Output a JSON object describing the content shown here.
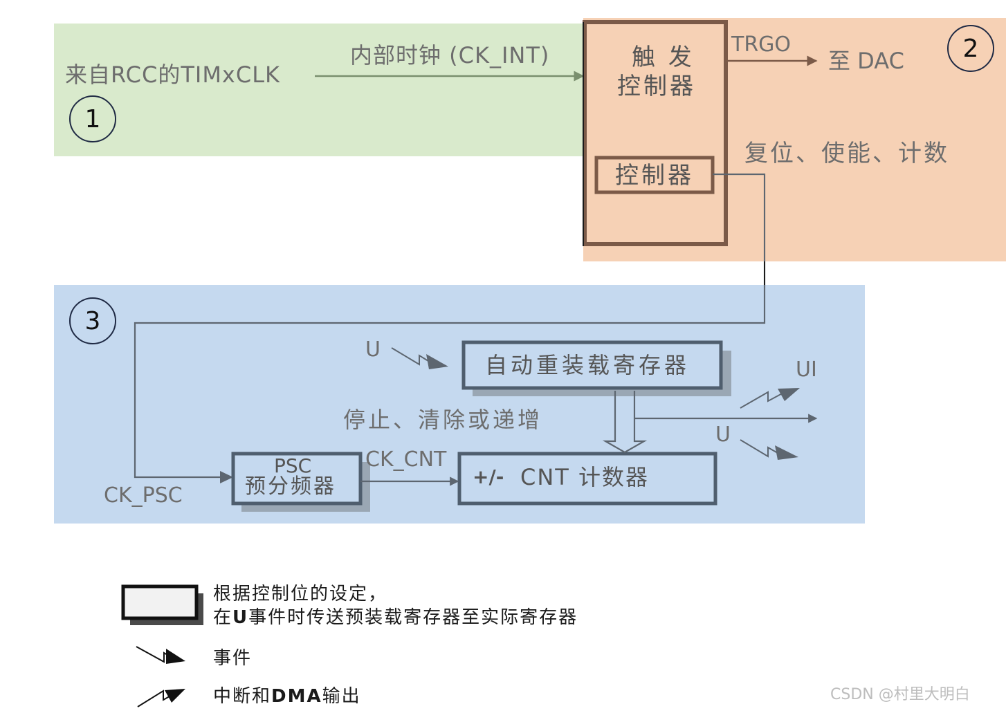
{
  "source": {
    "label": "来自RCC的TIMxCLK",
    "internal_clock_label": "内部时钟 (CK_INT)"
  },
  "regions": {
    "region1_number": "1",
    "region2_number": "2",
    "region3_number": "3"
  },
  "trigger_controller": {
    "title_line1": "触 发",
    "title_line2": "控制器",
    "inner_label": "控制器"
  },
  "outputs": {
    "trgo_label": "TRGO",
    "trgo_target": "至 DAC",
    "control_signals": "复位、使能、计数"
  },
  "time_base": {
    "update_event_label_left": "U",
    "auto_reload_register": "自动重装载寄存器",
    "interrupt_label": "UI",
    "update_event_label_right": "U",
    "stop_clear_label": "停止、清除或递增",
    "ck_cnt_label": "CK_CNT",
    "psc_line1": "PSC",
    "psc_line2": "预分频器",
    "cnt_prefix": "+/-",
    "cnt_label": "CNT 计数器",
    "ck_psc_label": "CK_PSC"
  },
  "legend": {
    "shadow_register_line1": "根据控制位的设定，",
    "shadow_register_line2_prefix": "在",
    "shadow_register_line2_bold": "U",
    "shadow_register_line2_suffix": "事件时传送预装载寄存器至实际寄存器",
    "event_label": "事件",
    "interrupt_label_prefix": "中断和",
    "interrupt_label_bold": "DMA",
    "interrupt_label_suffix": "输出"
  },
  "watermark": "CSDN @村里大明白",
  "colors": {
    "green_region": "#d9eacc",
    "orange_region": "#f6d1b5",
    "blue_region": "#c5d9ef",
    "orange_box_border": "#7b5a48",
    "blue_box_border": "#4f5e6e"
  }
}
